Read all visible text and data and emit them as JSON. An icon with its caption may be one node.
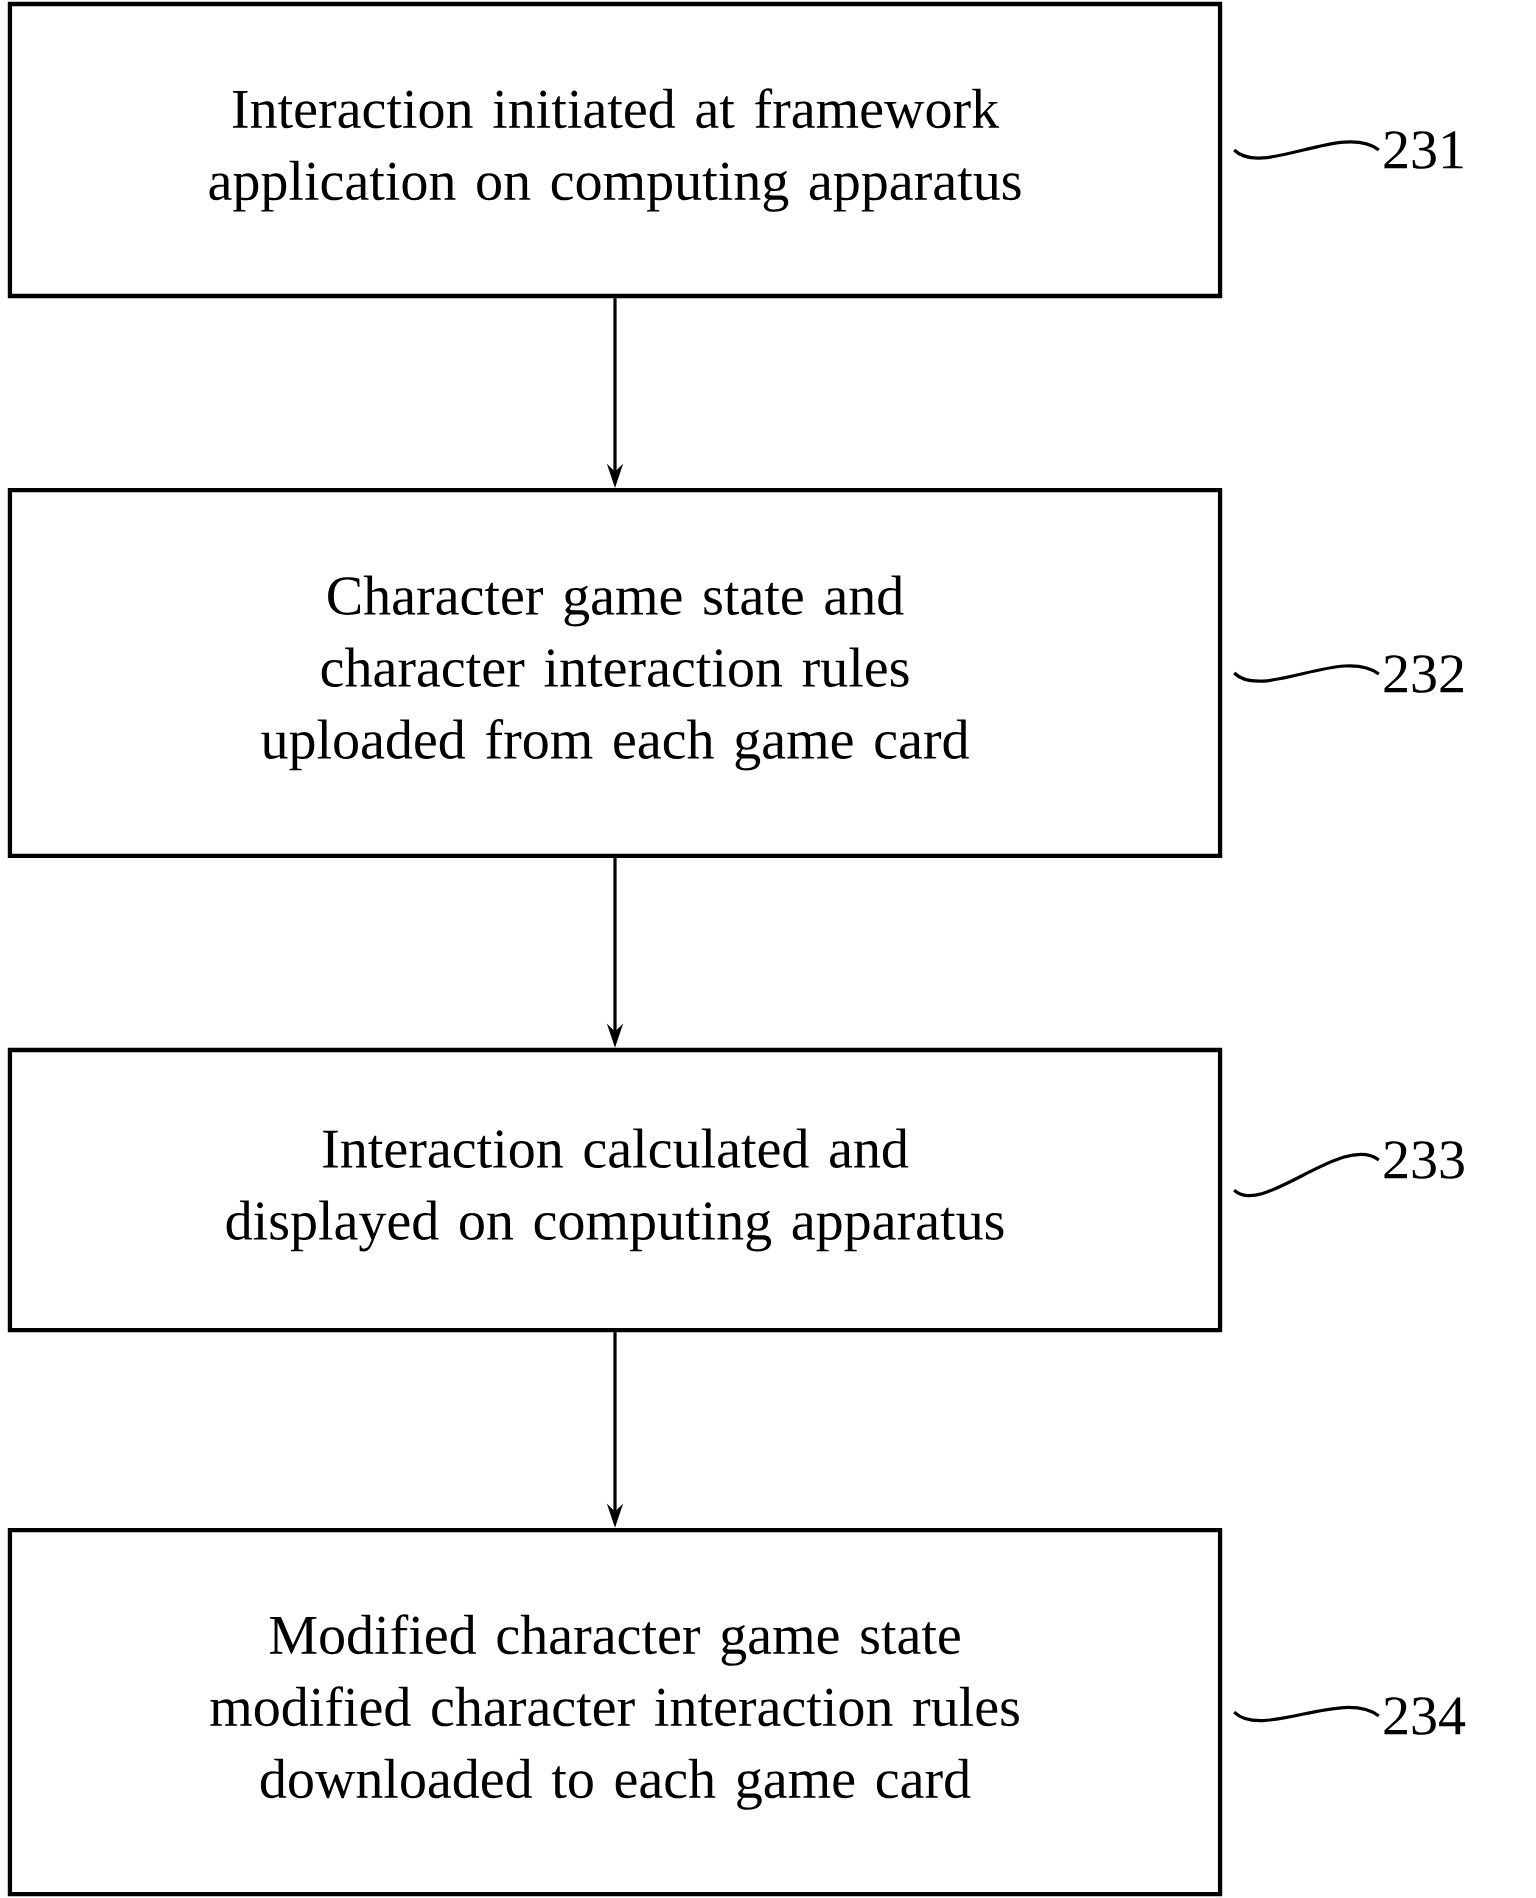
{
  "diagram": {
    "nodes": [
      {
        "text": [
          "Interaction initiated at framework application on computing apparatus"
        ]
      },
      {
        "text": [
          "Character game state and character interaction rules uploaded from each game card"
        ]
      },
      {
        "text": [
          "Interaction calculated and displayed on computing apparatus"
        ]
      },
      {
        "text": [
          "Modified character game state modified character interaction rules downloaded to each game card"
        ]
      },
      {
        "text": [
          "231"
        ]
      },
      {
        "text": [
          "232"
        ]
      },
      {
        "text": [
          "233"
        ]
      },
      {
        "text": [
          "234"
        ]
      }
    ],
    "edges": [
      {
        "from": 0,
        "to": 1,
        "arrow": "to"
      },
      {
        "from": 1,
        "to": 2,
        "arrow": "to"
      },
      {
        "from": 2,
        "to": 3,
        "arrow": "to"
      },
      {
        "from": 4,
        "to": 0,
        "arrow": "none"
      },
      {
        "from": 5,
        "to": 1,
        "arrow": "none"
      },
      {
        "from": 6,
        "to": 2,
        "arrow": "none"
      },
      {
        "from": 7,
        "to": 3,
        "arrow": "none"
      }
    ]
  }
}
